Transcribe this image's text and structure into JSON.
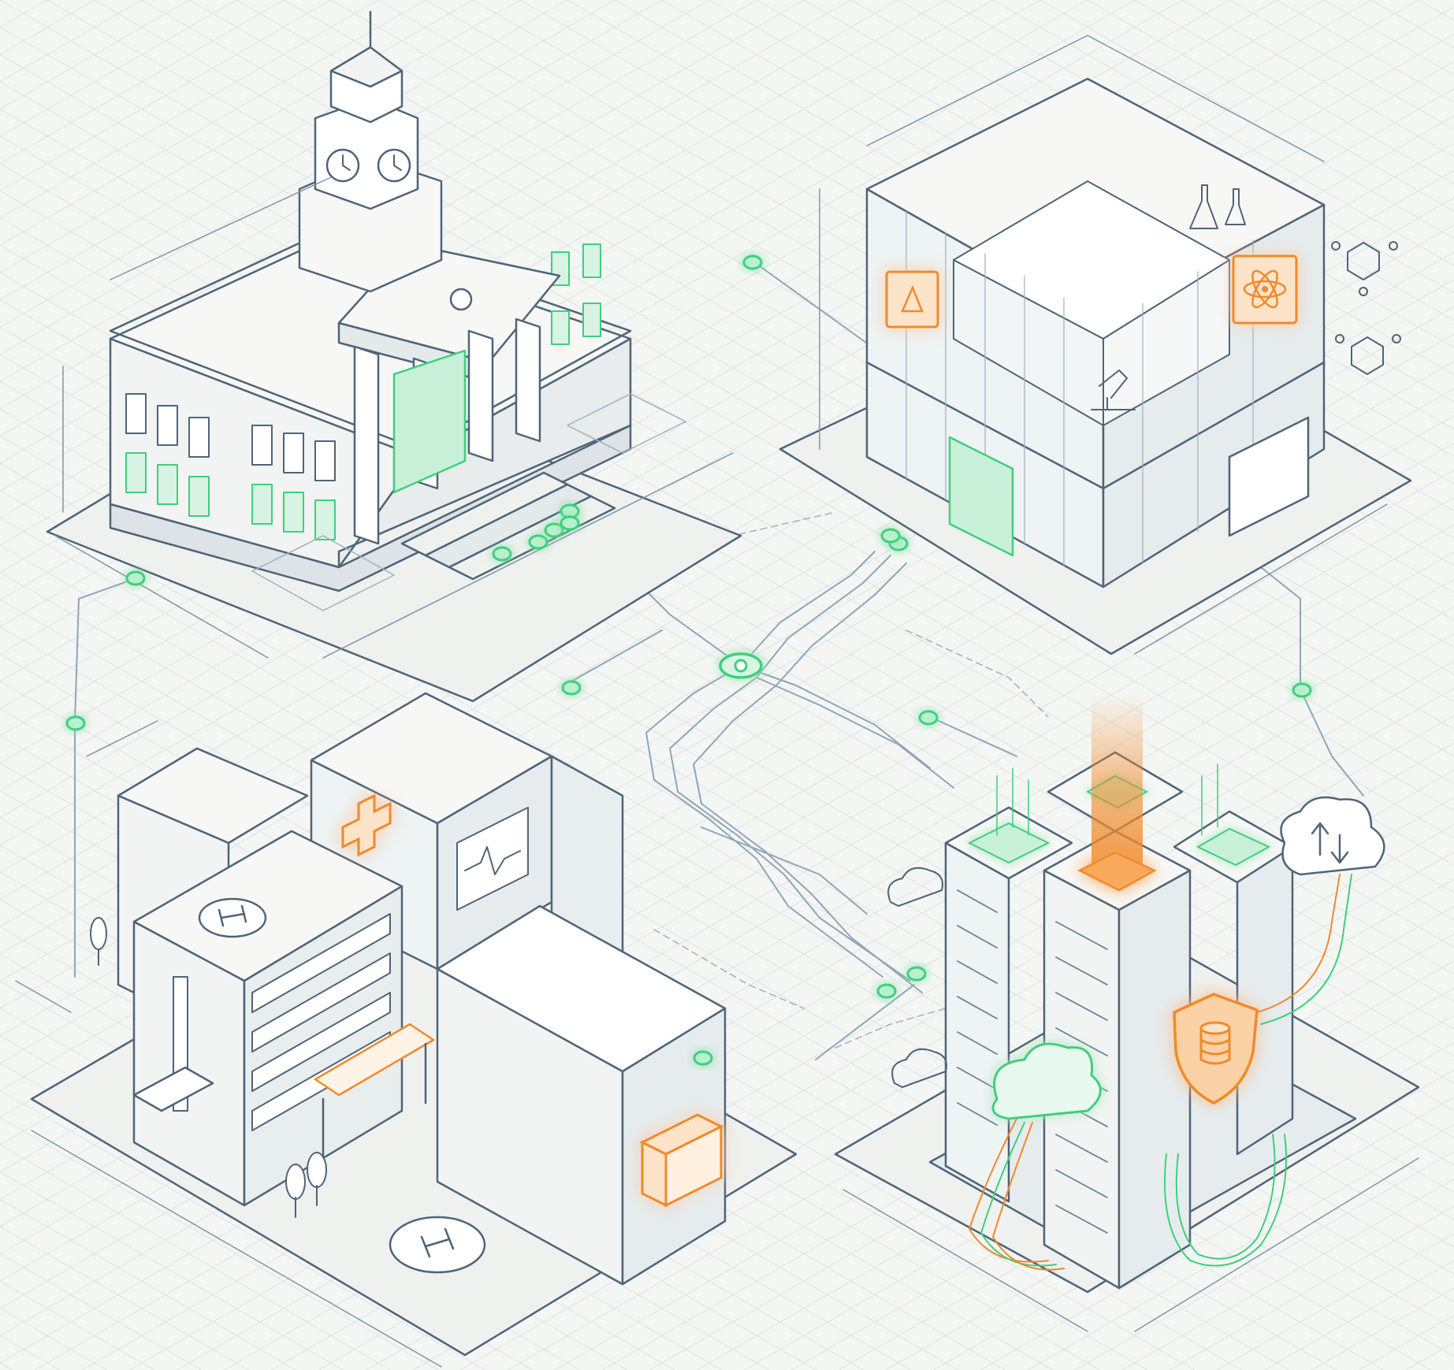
{
  "colors": {
    "background": "#f4f6f3",
    "grid": "#dde3e6",
    "line": "#4f6478",
    "line_light": "#9fb0bf",
    "green": "#3fcf7e",
    "green_glow": "#b8f0cf",
    "orange": "#f08a2c",
    "orange_glow": "#fbd1a6"
  },
  "buildings": [
    {
      "id": "university",
      "icon": "clock-tower-icon"
    },
    {
      "id": "laboratory",
      "icons": [
        "atom-icon",
        "flask-icon",
        "microscope-icon"
      ]
    },
    {
      "id": "hospital",
      "icons": [
        "medical-cross-icon",
        "helipad-icon"
      ]
    },
    {
      "id": "data-center",
      "icons": [
        "shield-database-icon",
        "cloud-icon",
        "cloud-upload-icon"
      ]
    }
  ],
  "network": {
    "hub_icon": "eye-icon",
    "node_count": 16
  }
}
